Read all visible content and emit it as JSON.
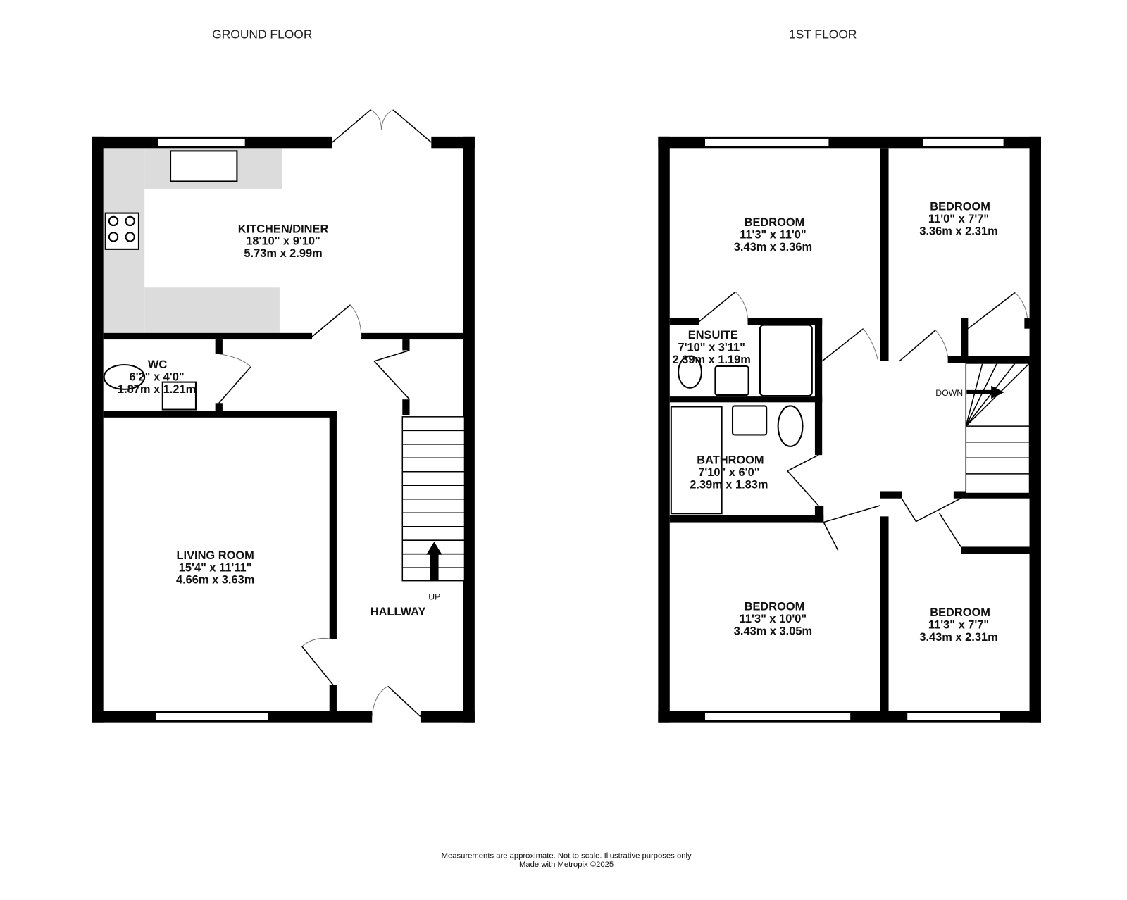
{
  "floors": [
    {
      "title": "GROUND FLOOR"
    },
    {
      "title": "1ST FLOOR"
    }
  ],
  "rooms": {
    "kitchen": {
      "name": "KITCHEN/DINER",
      "imperial": "18'10\"  x 9'10\"",
      "metric": "5.73m  x 2.99m"
    },
    "wc": {
      "name": "WC",
      "imperial": "6'2\"  x 4'0\"",
      "metric": "1.87m  x 1.21m"
    },
    "living": {
      "name": "LIVING ROOM",
      "imperial": "15'4\"  x 11'11\"",
      "metric": "4.66m  x 3.63m"
    },
    "hallway": {
      "name": "HALLWAY"
    },
    "bed1": {
      "name": "BEDROOM",
      "imperial": "11'3\"  x 11'0\"",
      "metric": "3.43m  x 3.36m"
    },
    "bed2": {
      "name": "BEDROOM",
      "imperial": "11'0\"  x 7'7\"",
      "metric": "3.36m  x 2.31m"
    },
    "ensuite": {
      "name": "ENSUITE",
      "imperial": "7'10\"  x 3'11\"",
      "metric": "2.39m  x 1.19m"
    },
    "bathroom": {
      "name": "BATHROOM",
      "imperial": "7'10\"  x 6'0\"",
      "metric": "2.39m  x 1.83m"
    },
    "bed3": {
      "name": "BEDROOM",
      "imperial": "11'3\"  x 10'0\"",
      "metric": "3.43m  x 3.05m"
    },
    "bed4": {
      "name": "BEDROOM",
      "imperial": "11'3\"  x 7'7\"",
      "metric": "3.43m  x 2.31m"
    }
  },
  "stairs": {
    "up": "UP",
    "down": "DOWN"
  },
  "footer": {
    "disclaimer": "Measurements are approximate.  Not to scale.  Illustrative purposes only",
    "credit": "Made with Metropix ©2025"
  }
}
